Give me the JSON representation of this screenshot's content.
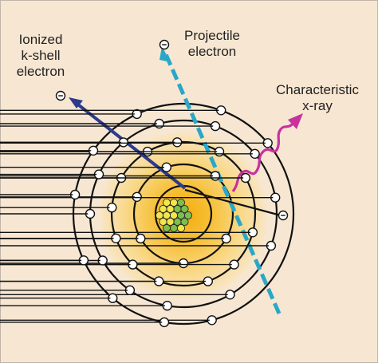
{
  "labels": {
    "ionized_electron": [
      "Ionized",
      "k-shell",
      "electron"
    ],
    "projectile_electron": [
      "Projectile",
      "electron"
    ],
    "characteristic_xray": [
      "Characteristic",
      "x-ray"
    ]
  },
  "electron_glyph": "⊖",
  "colors": {
    "background": "#f7e7d2",
    "shell_line": "#111111",
    "glow_outer": "#fbe3b0",
    "glow_inner": "#f5b316",
    "ionized_arrow": "#2e3a8e",
    "projectile_path": "#2aa7c8",
    "xray_wave": "#c8329e",
    "nucleus_proton": "#f3e64a",
    "nucleus_neutron": "#7dbf4c"
  }
}
